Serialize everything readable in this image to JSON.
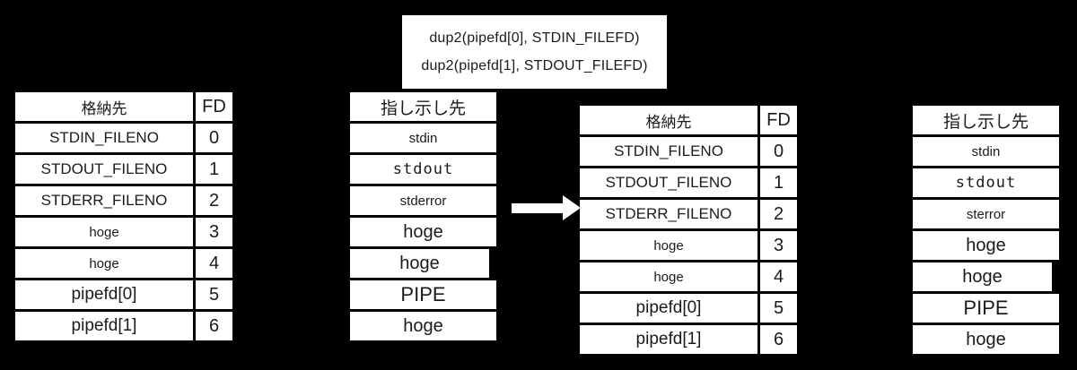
{
  "code_box": {
    "lines": [
      "dup2(pipefd[0], STDIN_FILEFD)",
      "dup2(pipefd[1], STDOUT_FILEFD)"
    ]
  },
  "tables": {
    "before_fd": {
      "header": {
        "name": "格納先",
        "fd": "FD"
      },
      "rows": [
        {
          "name": "STDIN_FILENO",
          "fd": "0"
        },
        {
          "name": "STDOUT_FILENO",
          "fd": "1"
        },
        {
          "name": "STDERR_FILENO",
          "fd": "2"
        },
        {
          "name": "hoge",
          "fd": "3"
        },
        {
          "name": "hoge",
          "fd": "4"
        },
        {
          "name": "pipefd[0]",
          "fd": "5"
        },
        {
          "name": "pipefd[1]",
          "fd": "6"
        }
      ]
    },
    "before_ptr": {
      "header": "指し示し先",
      "rows": [
        "stdin",
        "stdout",
        "stderror",
        "hoge",
        "hoge",
        "PIPE",
        "hoge"
      ]
    },
    "after_fd": {
      "header": {
        "name": "格納先",
        "fd": "FD"
      },
      "rows": [
        {
          "name": "STDIN_FILENO",
          "fd": "0"
        },
        {
          "name": "STDOUT_FILENO",
          "fd": "1"
        },
        {
          "name": "STDERR_FILENO",
          "fd": "2"
        },
        {
          "name": "hoge",
          "fd": "3"
        },
        {
          "name": "hoge",
          "fd": "4"
        },
        {
          "name": "pipefd[0]",
          "fd": "5"
        },
        {
          "name": "pipefd[1]",
          "fd": "6"
        }
      ]
    },
    "after_ptr": {
      "header": "指し示し先",
      "rows": [
        "stdin",
        "stdout",
        "sterror",
        "hoge",
        "hoge",
        "PIPE",
        "hoge"
      ]
    }
  },
  "colors": {
    "background": "#000000",
    "box": "#ffffff",
    "text": "#1b1b1b"
  }
}
